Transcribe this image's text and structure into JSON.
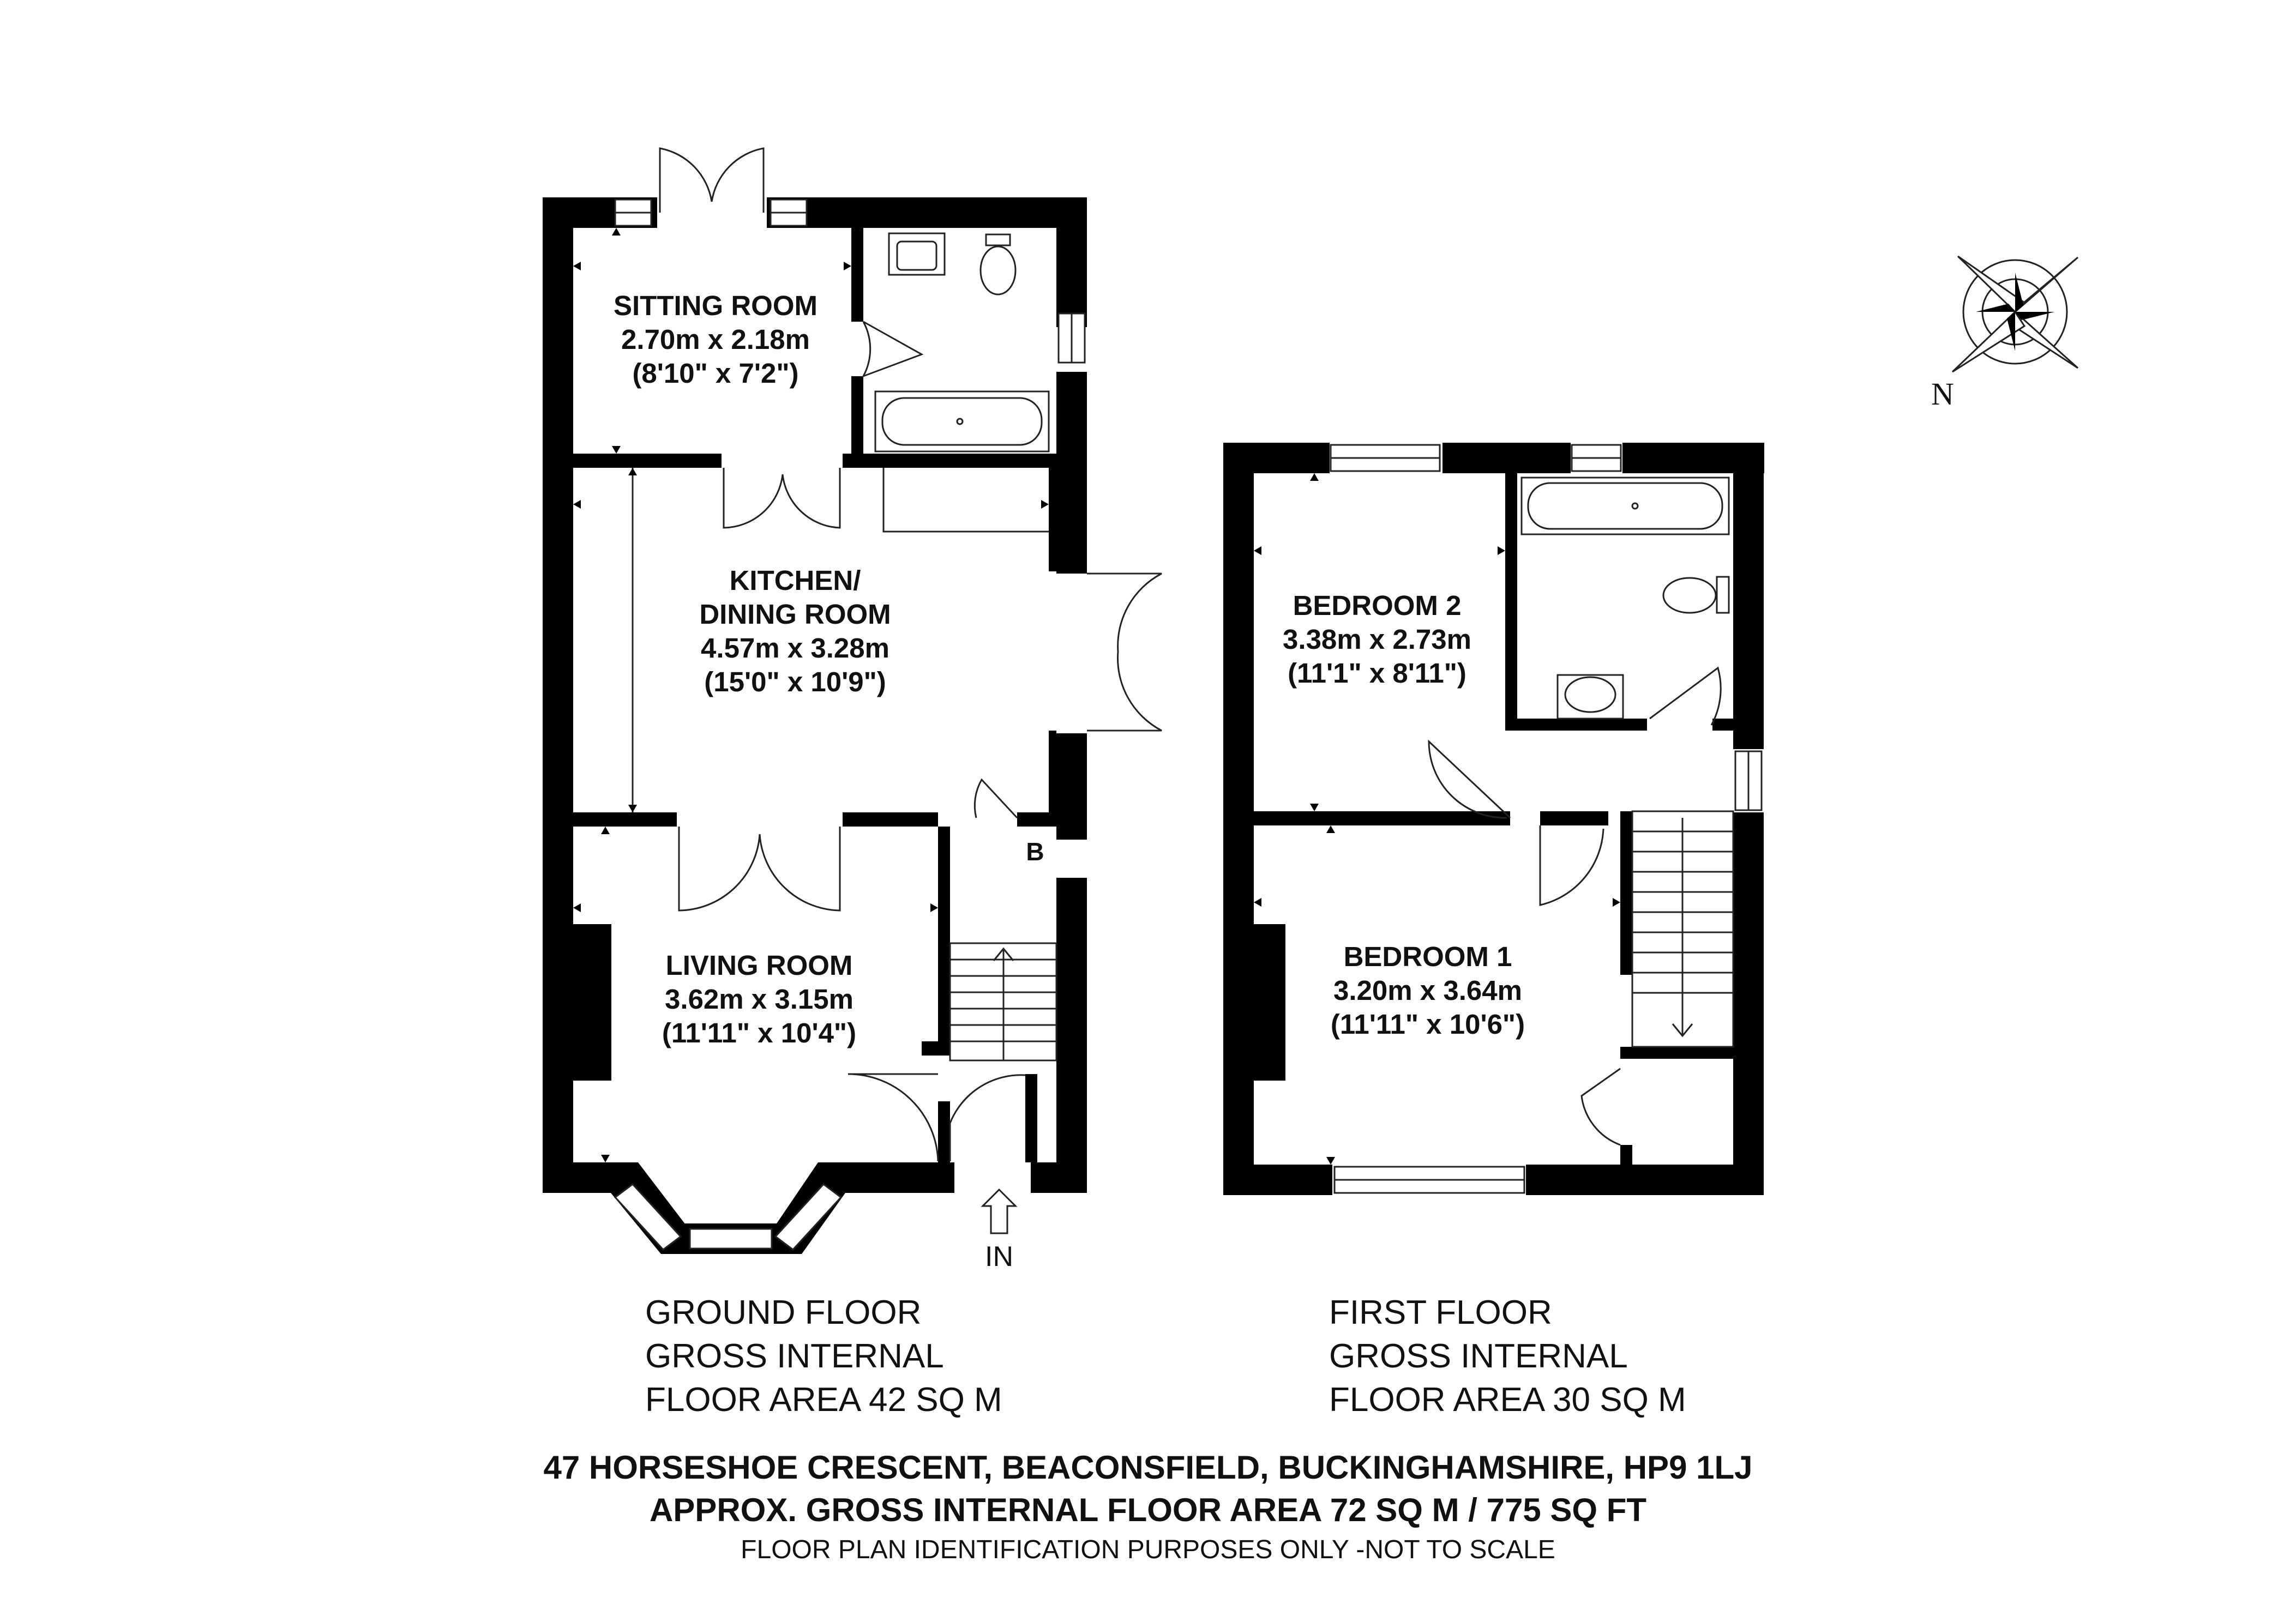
{
  "rooms": {
    "sitting_room": {
      "name": "SITTING ROOM",
      "metric": "2.70m x 2.18m",
      "imperial": "(8'10\" x 7'2\")"
    },
    "kitchen": {
      "name_line1": "KITCHEN/",
      "name_line2": "DINING ROOM",
      "metric": "4.57m x 3.28m",
      "imperial": "(15'0\" x 10'9\")"
    },
    "living_room": {
      "name": "LIVING ROOM",
      "metric": "3.62m x 3.15m",
      "imperial": "(11'11\" x 10'4\")"
    },
    "bedroom_2": {
      "name": "BEDROOM 2",
      "metric": "3.38m x 2.73m",
      "imperial": "(11'1\" x 8'11\")"
    },
    "bedroom_1": {
      "name": "BEDROOM 1",
      "metric": "3.20m x 3.64m",
      "imperial": "(11'11\" x 10'6\")"
    }
  },
  "markers": {
    "boiler": "B",
    "entrance": "IN",
    "north": "N"
  },
  "ground_floor": {
    "line1": "GROUND FLOOR",
    "line2": "GROSS INTERNAL",
    "line3": "FLOOR AREA 42 SQ M"
  },
  "first_floor": {
    "line1": "FIRST FLOOR",
    "line2": "GROSS INTERNAL",
    "line3": "FLOOR AREA 30 SQ M"
  },
  "footer": {
    "address": "47 HORSESHOE CRESCENT, BEACONSFIELD, BUCKINGHAMSHIRE, HP9 1LJ",
    "total_area": "APPROX. GROSS INTERNAL FLOOR AREA 72 SQ M / 775 SQ FT",
    "disclaimer": "FLOOR PLAN IDENTIFICATION PURPOSES ONLY -NOT TO SCALE"
  }
}
